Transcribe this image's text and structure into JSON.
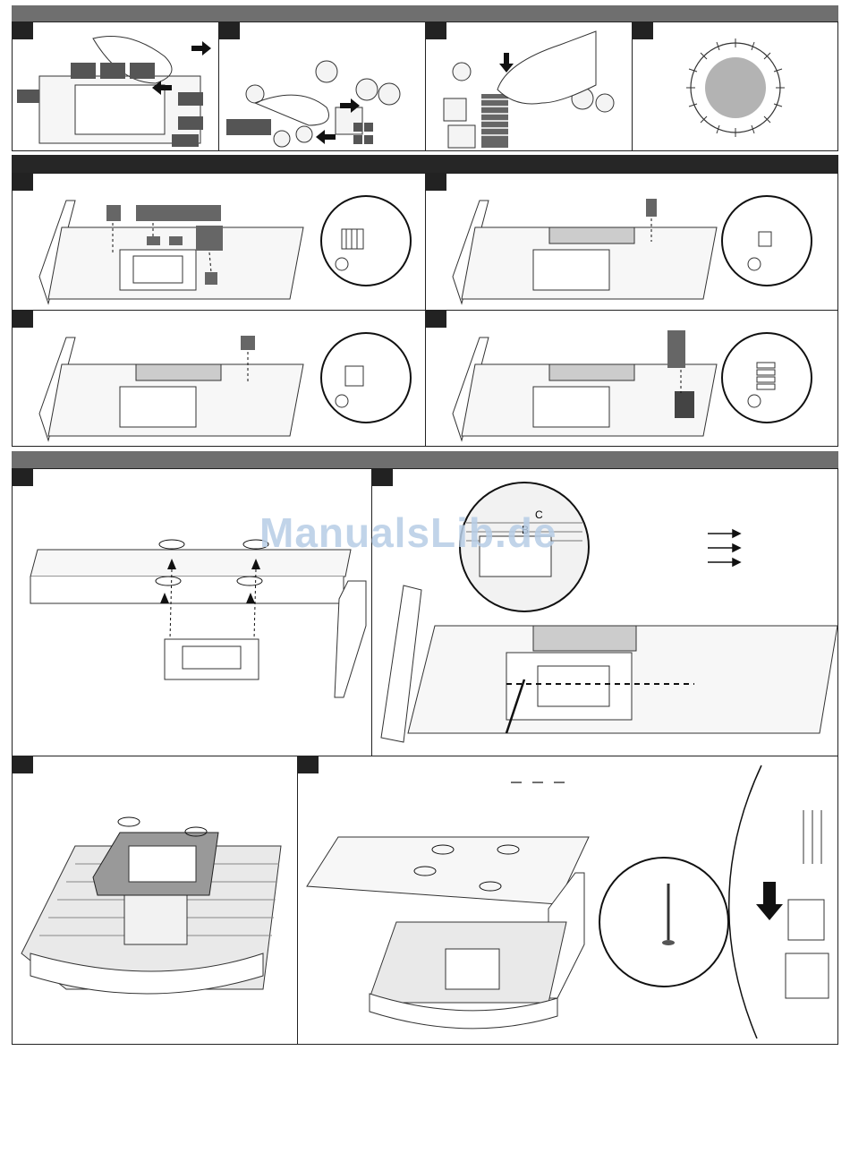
{
  "page": {
    "watermark": "ManualsLib.de"
  },
  "colors": {
    "section_header_1": "#6f6f6f",
    "section_header_2": "#262626",
    "section_header_3": "#6f6f6f",
    "step_tab": "#222222",
    "paste_circle": "#b3b3b3"
  },
  "detail": {
    "label_c": "C",
    "label_b": "B"
  },
  "icons": [
    "arrow-right-icon",
    "arrow-left-icon",
    "arrow-down-icon",
    "rotate-icon",
    "screw-icon",
    "heatsink-icon"
  ]
}
